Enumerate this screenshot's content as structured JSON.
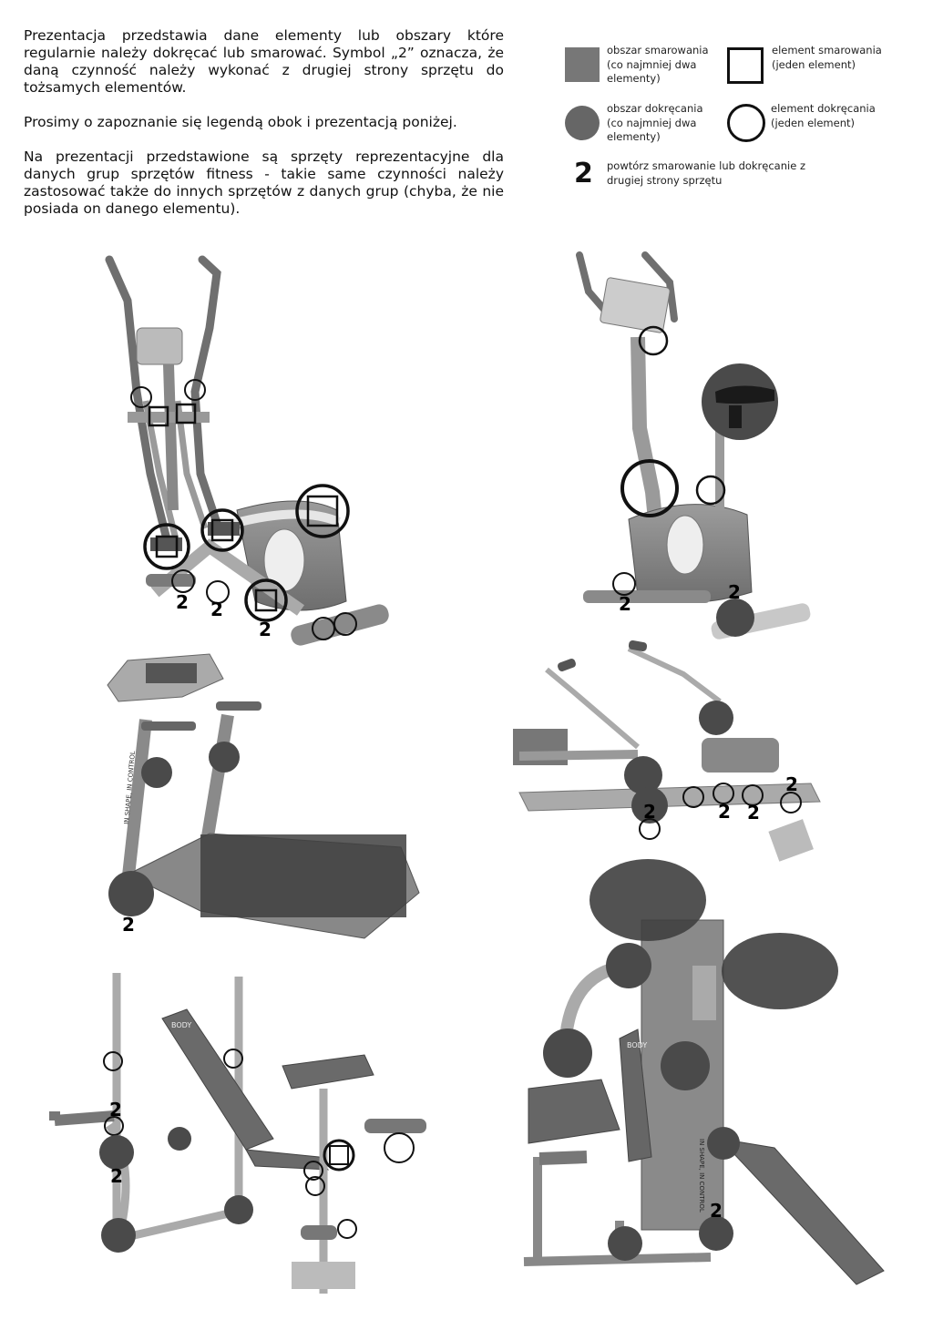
{
  "intro": {
    "p1": "Prezentacja przedstawia dane elementy lub obszary które regularnie należy dokręcać lub smarować. Symbol „2” oznacza, że daną czynność należy wykonać z drugiej strony sprzętu do tożsamych elementów.",
    "p2": "Prosimy o zapoznanie się legendą obok i prezentacją poniżej.",
    "p3": "Na prezentacji przedstawione są sprzęty reprezentacyjne dla danych grup sprzętów fitness - takie same czynności należy zastosować także do innych sprzętów z danych grup (chyba, że nie posiada on danego elementu)."
  },
  "legend": {
    "lube_area": "obszar smarowania (co najmniej dwa elementy)",
    "lube_element": "element smarowania (jeden element)",
    "tighten_area": "obszar dokręcania (co najmniej dwa elementy)",
    "tighten_element": "element dokręcania (jeden element)",
    "repeat_symbol": "2",
    "repeat_text": "powtórz smarowanie lub dokręcanie z drugiej strony sprzętu"
  },
  "equipment_labels": {
    "treadmill_side_text": "IN SHAPE, IN CONTROL",
    "gym_logo": "BODY",
    "gym_side_text": "IN SHAPE, IN CONTROL",
    "bench_logo": "BODY"
  },
  "markers": {
    "two": "2"
  },
  "colors": {
    "area_fill": "#4a4a4a",
    "lube_area_fill": "#555555",
    "frame": "#9a9a9a",
    "frame_dark": "#6f6f6f"
  }
}
